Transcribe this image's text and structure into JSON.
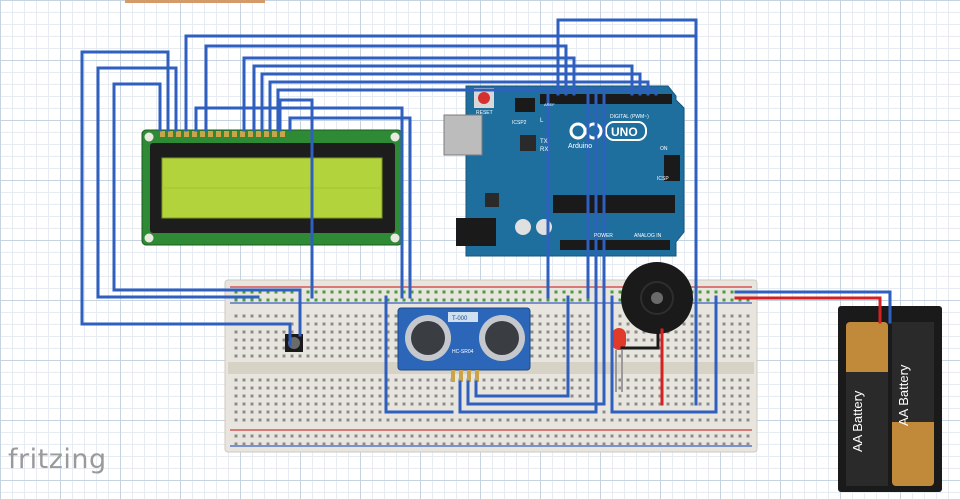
{
  "app": {
    "watermark": "fritzing"
  },
  "arduino": {
    "logo_text": "UNO",
    "brand": "Arduino",
    "reset_label": "RESET",
    "icsp_label": "ICSP2",
    "icsp_label2": "ICSP",
    "tx_label": "TX",
    "rx_label": "RX",
    "on_label": "ON",
    "aref_label": "AREF",
    "digital_label": "DIGITAL (PWM~)",
    "power_label": "POWER",
    "analog_label": "ANALOG IN",
    "l_label": "L"
  },
  "sensor": {
    "label_top": "T-000",
    "label_model": "HC-SR04"
  },
  "battery": {
    "cell1_label": "AA Battery",
    "cell2_label": "AA Battery"
  },
  "colors": {
    "wire": "#2f5fbf",
    "wire_red": "#d42020",
    "wire_black": "#1a1a1a",
    "board": "#1f6f9e",
    "lcd_pcb": "#2e8a34",
    "lcd_screen": "#b3d33c",
    "breadboard": "#e7e5de",
    "led": "#e23a2a"
  },
  "icons": [
    "reset-button-icon",
    "usb-port-icon",
    "power-jack-icon",
    "arduino-infinity-icon",
    "buzzer-icon",
    "led-icon",
    "potentiometer-icon"
  ]
}
